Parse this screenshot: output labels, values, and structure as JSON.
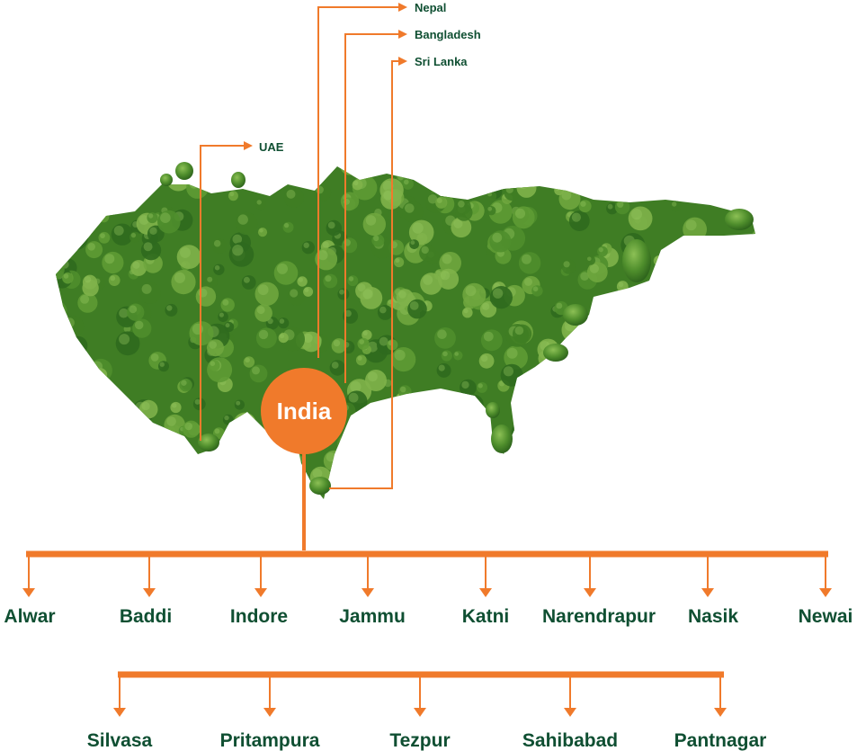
{
  "colors": {
    "accent": "#f07a2b",
    "text_dark_green": "#0f4f32",
    "hub_text": "#ffffff",
    "map_green_dark": "#2f6a1e",
    "map_green_mid": "#4f8e2c",
    "map_green_light": "#7fb24a"
  },
  "map": {
    "icon": "asia-foliage-map"
  },
  "hub": {
    "label": "India"
  },
  "export_destinations": [
    {
      "label": "Nepal"
    },
    {
      "label": "Bangladesh"
    },
    {
      "label": "Sri Lanka"
    },
    {
      "label": "UAE"
    }
  ],
  "plants_row1": [
    {
      "label": "Alwar"
    },
    {
      "label": "Baddi"
    },
    {
      "label": "Indore"
    },
    {
      "label": "Jammu"
    },
    {
      "label": "Katni"
    },
    {
      "label": "Narendrapur"
    },
    {
      "label": "Nasik"
    },
    {
      "label": "Newai"
    }
  ],
  "plants_row2": [
    {
      "label": "Silvasa"
    },
    {
      "label": "Pritampura"
    },
    {
      "label": "Tezpur"
    },
    {
      "label": "Sahibabad"
    },
    {
      "label": "Pantnagar"
    }
  ]
}
